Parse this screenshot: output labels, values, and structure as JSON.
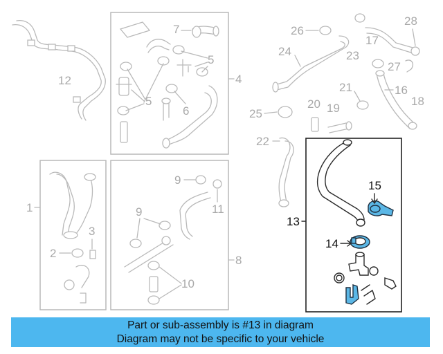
{
  "callouts": {
    "c1": "1",
    "c2": "2",
    "c3": "3",
    "c4": "4",
    "c5a": "5",
    "c5b": "5",
    "c6": "6",
    "c7": "7",
    "c8": "8",
    "c9a": "9",
    "c9b": "9",
    "c10": "10",
    "c11": "11",
    "c12": "12",
    "c13": "13",
    "c14": "14",
    "c15": "15",
    "c16": "16",
    "c17": "17",
    "c18": "18",
    "c19": "19",
    "c20": "20",
    "c21": "21",
    "c22": "22",
    "c23": "23",
    "c24": "24",
    "c25": "25",
    "c26": "26",
    "c27": "27",
    "c28": "28"
  },
  "highlight_color": "#5bb7e6",
  "banner": {
    "line1": "Part or sub-assembly is #13 in diagram",
    "line2": "Diagram may not be specific to your vehicle",
    "color": "#4db7ef"
  }
}
